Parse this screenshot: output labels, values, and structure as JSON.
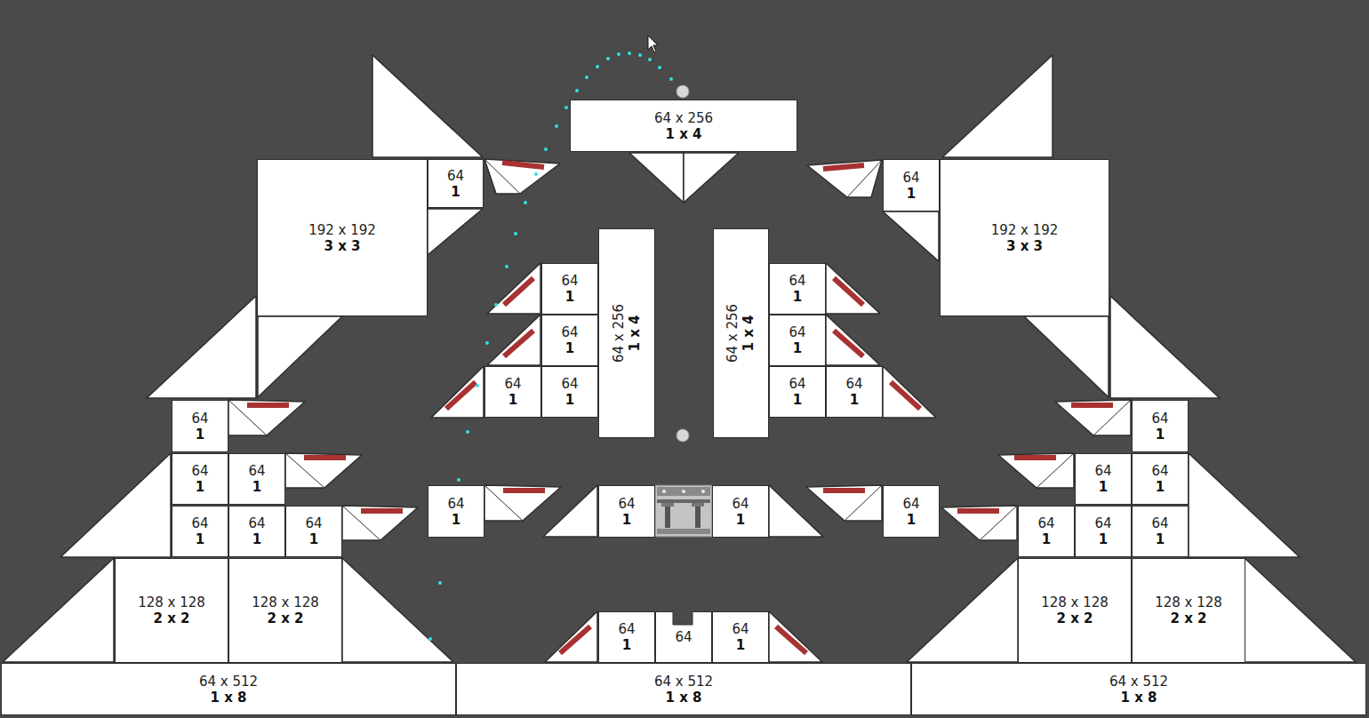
{
  "diagram": {
    "nodes": [
      {
        "text": [
          "64 x 256",
          "1 x 4"
        ]
      },
      {
        "text": [
          "192 x 192",
          "3 x 3"
        ]
      },
      {
        "text": [
          "64",
          "1"
        ]
      },
      {
        "text": [
          "64",
          "1"
        ]
      },
      {
        "text": [
          "192 x 192",
          "3 x 3"
        ]
      },
      {
        "text": [
          "64 x 256",
          "1 x 4"
        ]
      },
      {
        "text": [
          "64 x 256",
          "1 x 4"
        ]
      },
      {
        "text": [
          "64",
          "1"
        ]
      },
      {
        "text": [
          "64",
          "1"
        ]
      },
      {
        "text": [
          "64",
          "1"
        ]
      },
      {
        "text": [
          "64",
          "1"
        ]
      },
      {
        "text": [
          "64",
          "1"
        ]
      },
      {
        "text": [
          "64",
          "1"
        ]
      },
      {
        "text": [
          "64",
          "1"
        ]
      },
      {
        "text": [
          "64",
          "1"
        ]
      },
      {
        "text": [
          "64",
          "1"
        ]
      },
      {
        "text": [
          "64",
          "1"
        ]
      },
      {
        "text": [
          "64",
          "1"
        ]
      },
      {
        "text": [
          "64",
          "1"
        ]
      },
      {
        "text": [
          "64",
          "1"
        ]
      },
      {
        "text": [
          "64",
          "1"
        ]
      },
      {
        "text": [
          "64",
          "1"
        ]
      },
      {
        "text": [
          "64",
          "1"
        ]
      },
      {
        "text": [
          "64",
          "1"
        ]
      },
      {
        "text": [
          "64",
          "1"
        ]
      },
      {
        "text": [
          "64",
          "1"
        ]
      },
      {
        "text": [
          "64",
          "1"
        ]
      },
      {
        "text": [
          "64",
          "1"
        ]
      },
      {
        "text": [
          "64",
          "1"
        ]
      },
      {
        "text": [
          "64",
          "1"
        ]
      },
      {
        "text": [
          "64",
          "1"
        ]
      },
      {
        "text": [
          "128 x 128",
          "2 x 2"
        ]
      },
      {
        "text": [
          "128 x 128",
          "2 x 2"
        ]
      },
      {
        "text": [
          "128 x 128",
          "2 x 2"
        ]
      },
      {
        "text": [
          "128 x 128",
          "2 x 2"
        ]
      },
      {
        "text": [
          "64",
          "1"
        ]
      },
      {
        "text": [
          "64"
        ]
      },
      {
        "text": [
          "64",
          "1"
        ]
      },
      {
        "text": [
          "64 x 512",
          "1 x 8"
        ]
      },
      {
        "text": [
          "64 x 512",
          "1 x 8"
        ]
      },
      {
        "text": [
          "64 x 512",
          "1 x 8"
        ]
      }
    ]
  }
}
